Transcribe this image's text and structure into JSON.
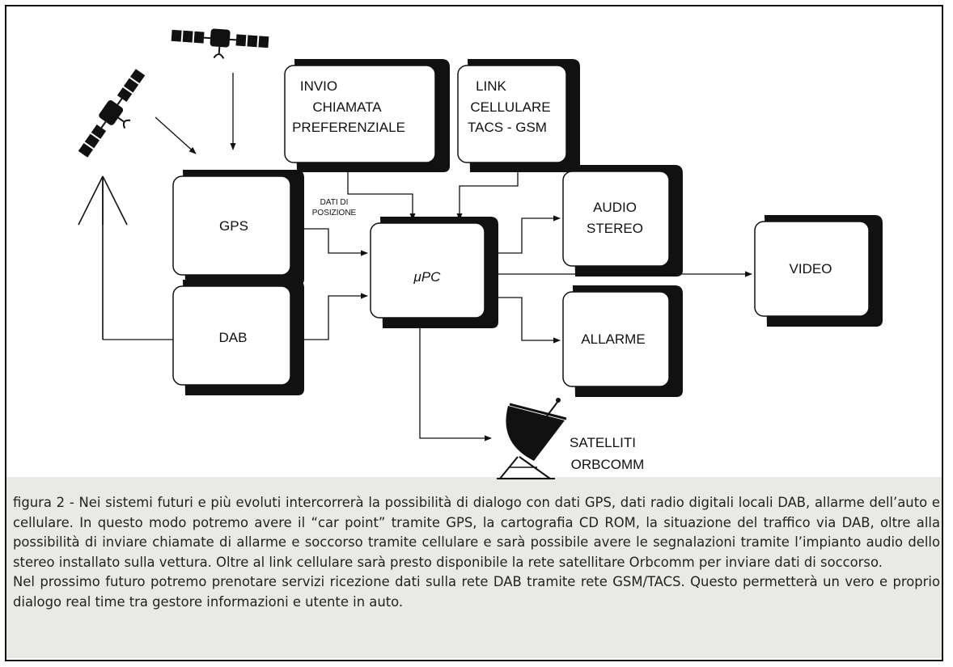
{
  "diagram": {
    "blocks": {
      "invio": [
        "INVIO",
        "CHIAMATA",
        "PREFERENZIALE"
      ],
      "link": [
        "LINK",
        "CELLULARE",
        "TACS - GSM"
      ],
      "gps": "GPS",
      "dab": "DAB",
      "upc": "μPC",
      "audio": [
        "AUDIO",
        "STEREO"
      ],
      "allarme": "ALLARME",
      "video": "VIDEO"
    },
    "labels": {
      "dati_posizione": [
        "DATI DI",
        "POSIZIONE"
      ],
      "satelliti": [
        "SATELLITI",
        "ORBCOMM"
      ]
    }
  },
  "caption": {
    "para1": "figura 2 - Nei sistemi futuri e più evoluti intercorrerà la possibilità di dialogo con dati GPS, dati radio digitali locali DAB, allarme dell’auto e cellulare. In questo modo potremo avere il “car point” tramite GPS, la cartografia CD ROM, la situazione del traffico via DAB, oltre alla possibilità di inviare chiamate di allarme e soccorso tramite cellulare e sarà possibile avere le segnalazioni tramite l’impianto audio dello stereo installato sulla vettura. Oltre al link cellulare sarà presto disponibile la rete satellitare Orbcomm per inviare dati di soccorso.",
    "para2": "Nel prossimo futuro potremo prenotare servizi ricezione dati sulla rete DAB tramite rete GSM/TACS. Questo permetterà un vero e proprio dialogo real time tra gestore informazioni e utente in auto."
  }
}
